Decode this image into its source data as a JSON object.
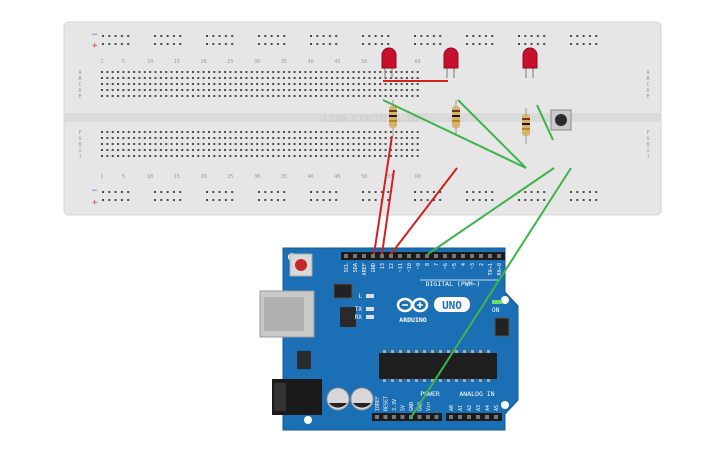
{
  "watermark": "123D.CIRCUITS.IO",
  "breadboard": {
    "column_numbers": [
      "1",
      "5",
      "10",
      "15",
      "20",
      "25",
      "30",
      "35",
      "40",
      "45",
      "50",
      "55",
      "60"
    ],
    "row_letters_top": [
      "A",
      "B",
      "C",
      "D",
      "E"
    ],
    "row_letters_bottom": [
      "F",
      "G",
      "H",
      "I",
      "J"
    ],
    "rail_minus": "−",
    "rail_plus": "+"
  },
  "arduino": {
    "logo_text": "ARDUINO",
    "model": "UNO",
    "digital_label": "DIGITAL (PWM~)",
    "power_label": "POWER",
    "analog_label": "ANALOG IN",
    "on_label": "ON",
    "tx_label": "TX",
    "rx_label": "RX",
    "l_label": "L",
    "digital_pins": [
      "SCL",
      "SDA",
      "AREF",
      "GND",
      "13",
      "12",
      "~11",
      "~10",
      "~9",
      "8",
      "7",
      "~6",
      "~5",
      "4",
      "~3",
      "2",
      "TX→1",
      "RX←0"
    ],
    "power_pins": [
      "IOREF",
      "RESET",
      "3.3V",
      "5V",
      "GND",
      "GND",
      "Vin"
    ],
    "analog_pins": [
      "A0",
      "A1",
      "A2",
      "A3",
      "A4",
      "A5"
    ]
  },
  "colors": {
    "board_blue": "#1b6fb5",
    "wire_red": "#d42020",
    "wire_green": "#3fb34a",
    "breadboard": "#e8e8e8",
    "led_red": "#c8102e"
  }
}
